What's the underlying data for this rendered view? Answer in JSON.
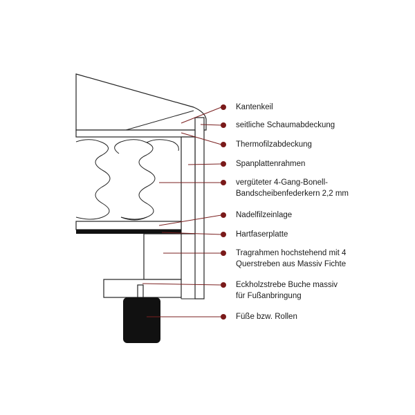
{
  "colors": {
    "leader": "#7a1f1f",
    "dot": "#7a1a1a",
    "outline": "#222222",
    "hardboard": "#111111",
    "foot": "#111111"
  },
  "labels": {
    "kantenkeil": "Kantenkeil",
    "schaumabdeckung": "seitliche Schaumabdeckung",
    "thermofilz": "Thermofilzabdeckung",
    "spanplatte": "Spanplattenrahmen",
    "federkern_1": "vergüteter 4-Gang-Bonell-",
    "federkern_2": "Bandscheibenfederkern 2,2 mm",
    "nadelfilz": "Nadelfilzeinlage",
    "hartfaser": "Hartfaserplatte",
    "tragrahmen_1": "Tragrahmen hochstehend mit 4",
    "tragrahmen_2": "Querstreben aus Massiv Fichte",
    "eckholz_1": "Eckholzstrebe Buche massiv",
    "eckholz_2": "für Fußanbringung",
    "fuesse": "Füße bzw. Rollen"
  }
}
